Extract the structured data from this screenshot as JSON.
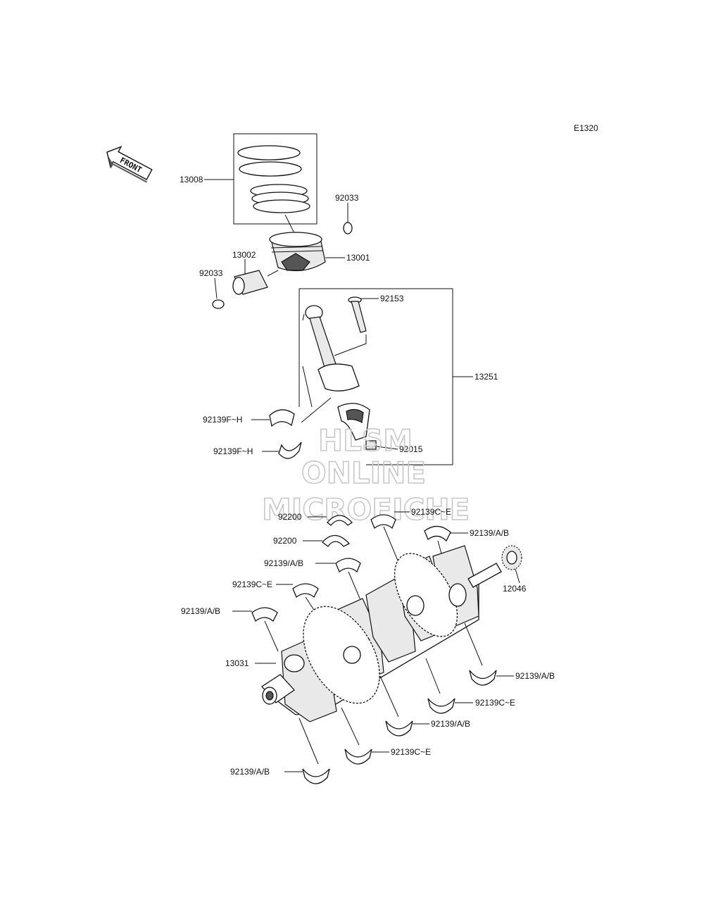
{
  "diagram_code": "E1320",
  "front_label": "FRONT",
  "watermark": {
    "line1": "HLSM",
    "line2": "ONLINE",
    "line3": "MICROFICHE"
  },
  "callouts": {
    "piston_ring_set": "13008",
    "circlip_top": "92033",
    "piston": "13001",
    "piston_pin": "13002",
    "circlip_left": "92033",
    "bolt": "92153",
    "connecting_rod_assy": "13251",
    "bearing_rod_upper": "92139F~H",
    "bearing_rod_lower": "92139F~H",
    "nut": "92015",
    "thrust_washer_upper": "92200",
    "thrust_washer_lower": "92200",
    "bearing_main_1": "92139C~E",
    "bearing_main_2": "92139/A/B",
    "bearing_main_3": "92139/A/B",
    "bearing_main_4": "92139C~E",
    "bearing_main_5": "92139/A/B",
    "gear": "12046",
    "crankshaft": "13031",
    "bearing_lower_1": "92139/A/B",
    "bearing_lower_2": "92139C~E",
    "bearing_lower_3": "92139/A/B",
    "bearing_lower_4": "92139C~E",
    "bearing_lower_5": "92139/A/B"
  }
}
